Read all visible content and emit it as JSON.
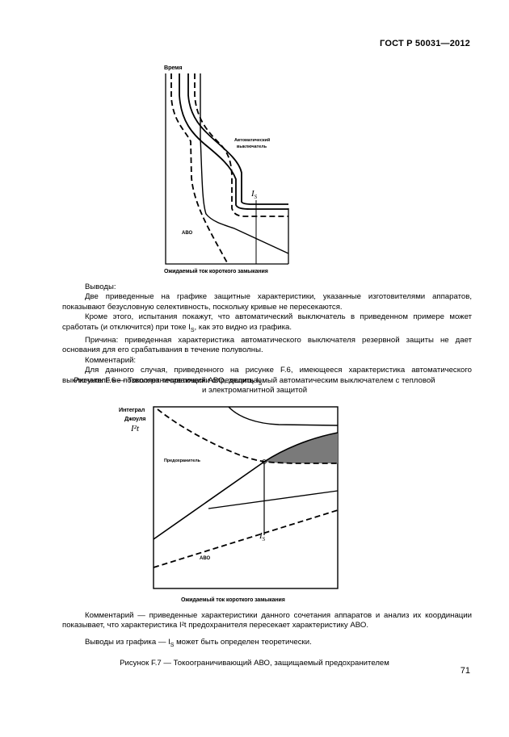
{
  "header": "ГОСТ Р 50031—2012",
  "fig6": {
    "y_axis": "Время",
    "x_axis": "Ожидаемый ток короткого замыкания",
    "breaker_label_line1": "Автоматический",
    "breaker_label_line2": "выключатель",
    "is_label": "I",
    "is_sub": "S",
    "abo_label": "АВО"
  },
  "text1": {
    "p1": "Выводы:",
    "p2": "Две приведенные на графике защитные характеристики, указанные изготовителями аппаратов, показывают безусловную селективность, поскольку кривые не пересекаются.",
    "p3": "Кроме этого, испытания покажут, что автоматический выключатель в приведенном примере может сработать (и отключится) при токе I",
    "p3_sub": "S",
    "p3_tail": ", как это видно из графика.",
    "p4": "Причина: приведенная характеристика автоматического выключателя резервной защиты не дает основания для его срабатывания в течение полуволны.",
    "p5": "Комментарий:",
    "p6": "Для данного случая, приведенного на рисунке F.6, имеющееся характеристика автоматического выключателе не позволяет теоретически определить I",
    "p6_sub": "S",
    "p6_tail": "."
  },
  "caption6": {
    "line1": "Рисунок F.6 — Токоограничивающий АВО, защищаемый автоматическим выключателем с тепловой",
    "line2": "и электромагнитной защитой"
  },
  "fig7": {
    "y_axis_line1": "Интеграл",
    "y_axis_line2": "Джоуля",
    "y_axis_line3": "I²t",
    "x_axis": "Ожидаемый ток короткого замыкания",
    "fuse_label": "Предохранитель",
    "is_label": "I",
    "is_sub": "S",
    "abo_label": "АВО"
  },
  "text2": {
    "p1": "Комментарий — приведенные характеристики данного сочетания аппаратов и анализ их координации показывает, что характеристика I²t предохранителя пересекает характеристику АВО.",
    "p2": "Выводы из графика — I",
    "p2_sub": "S",
    "p2_tail": " может быть определен теоретически."
  },
  "caption7": "Рисунок F.7 — Токоограничивающий АВО, защищаемый предохранителем",
  "page_number": "71"
}
